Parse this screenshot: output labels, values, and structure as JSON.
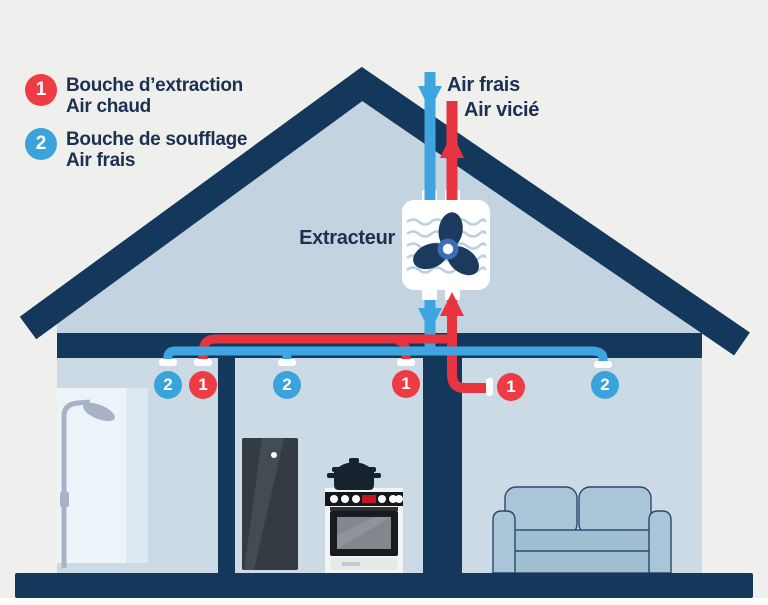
{
  "diagram_title": "vmc-house-ventilation-diagram",
  "legend": {
    "items": [
      {
        "number": "1",
        "line1": "Bouche d’extraction",
        "line2": "Air chaud",
        "color": "#ee3b44"
      },
      {
        "number": "2",
        "line1": "Bouche de soufflage",
        "line2": "Air frais",
        "color": "#3aa3dc"
      }
    ]
  },
  "labels": {
    "air_frais": "Air frais",
    "air_vicie": "Air vicié",
    "extractor": "Extracteur"
  },
  "vents": [
    {
      "number": "2",
      "color": "#3aa3dc"
    },
    {
      "number": "1",
      "color": "#ee3b44"
    },
    {
      "number": "2",
      "color": "#3aa3dc"
    },
    {
      "number": "1",
      "color": "#ee3b44"
    },
    {
      "number": "1",
      "color": "#ee3b44"
    },
    {
      "number": "2",
      "color": "#3aa3dc"
    }
  ],
  "colors": {
    "navy": "#14385c",
    "red_pipe": "#e8343f",
    "blue_pipe": "#3fa5e0",
    "badge_red": "#ee3b44",
    "badge_blue": "#3aa3dc",
    "attic_fill": "#c3d4e0",
    "room_fill": "#cbdae4",
    "background": "#eff0ee",
    "fan_navy": "#1c3a5e",
    "fan_ring_blue": "#3a6fb8",
    "text_navy": "#1c3150"
  }
}
